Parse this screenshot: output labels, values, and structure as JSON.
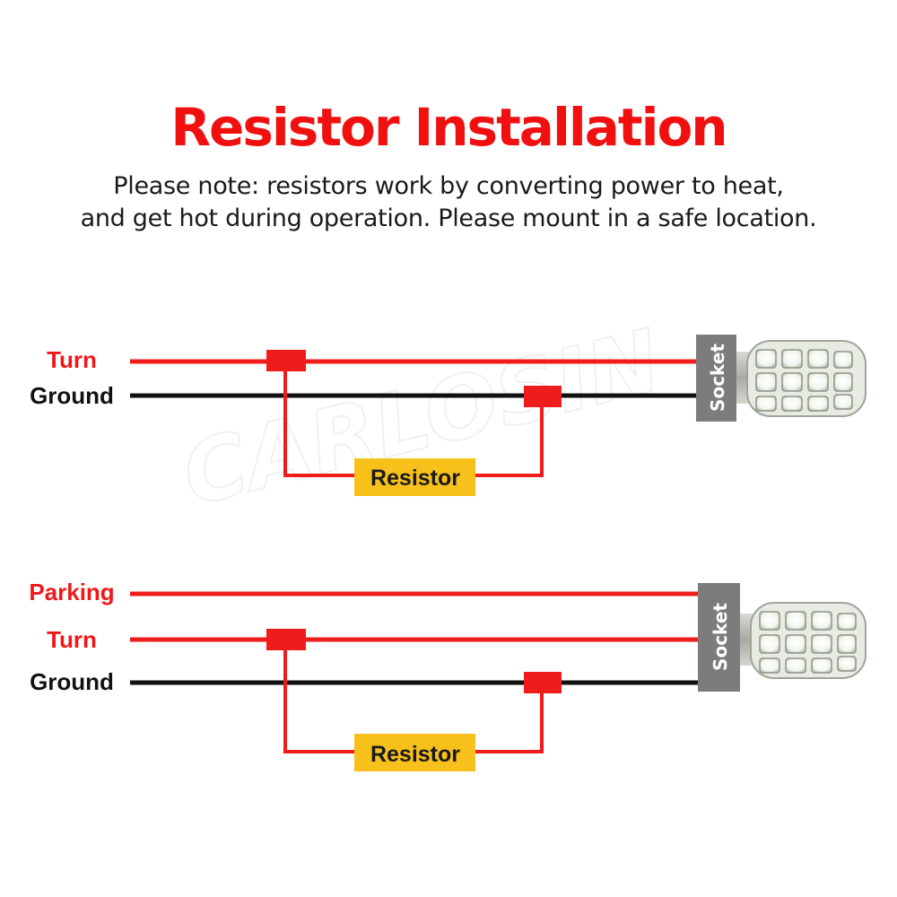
{
  "title": "Resistor Installation",
  "note": {
    "line1": "Please note: resistors work by converting power to heat,",
    "line2": "and get hot during operation. Please mount in a safe location."
  },
  "watermark": "CARLOSIN",
  "diagram1": {
    "labels": {
      "turn": "Turn",
      "ground": "Ground"
    },
    "resistor": "Resistor",
    "socket": "Socket"
  },
  "diagram2": {
    "labels": {
      "parking": "Parking",
      "turn": "Turn",
      "ground": "Ground"
    },
    "resistor": "Resistor",
    "socket": "Socket"
  },
  "colors": {
    "title": "#f01010",
    "wire_red": "#ef1c1c",
    "wire_black": "#111111",
    "resistor": "#f7c01b",
    "socket": "#7e7b7d"
  },
  "icons": [
    "led-bulb-icon"
  ]
}
